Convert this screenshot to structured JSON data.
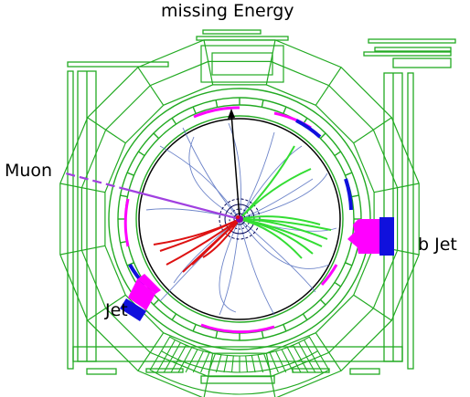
{
  "title": "missing Energy",
  "labels": {
    "muon": "Muon",
    "b_jet": "b Jet",
    "jet": "Jet"
  },
  "colors": {
    "detector": "#22aa22",
    "inner_tracks": "#5570c0",
    "muon": "#a040e0",
    "electron_tracks": "#dd1111",
    "jet_tracks": "#33dd33",
    "missing_energy": "#000000",
    "calorimeter_em": "#ff00ff",
    "calorimeter_had": "#1010dd"
  }
}
